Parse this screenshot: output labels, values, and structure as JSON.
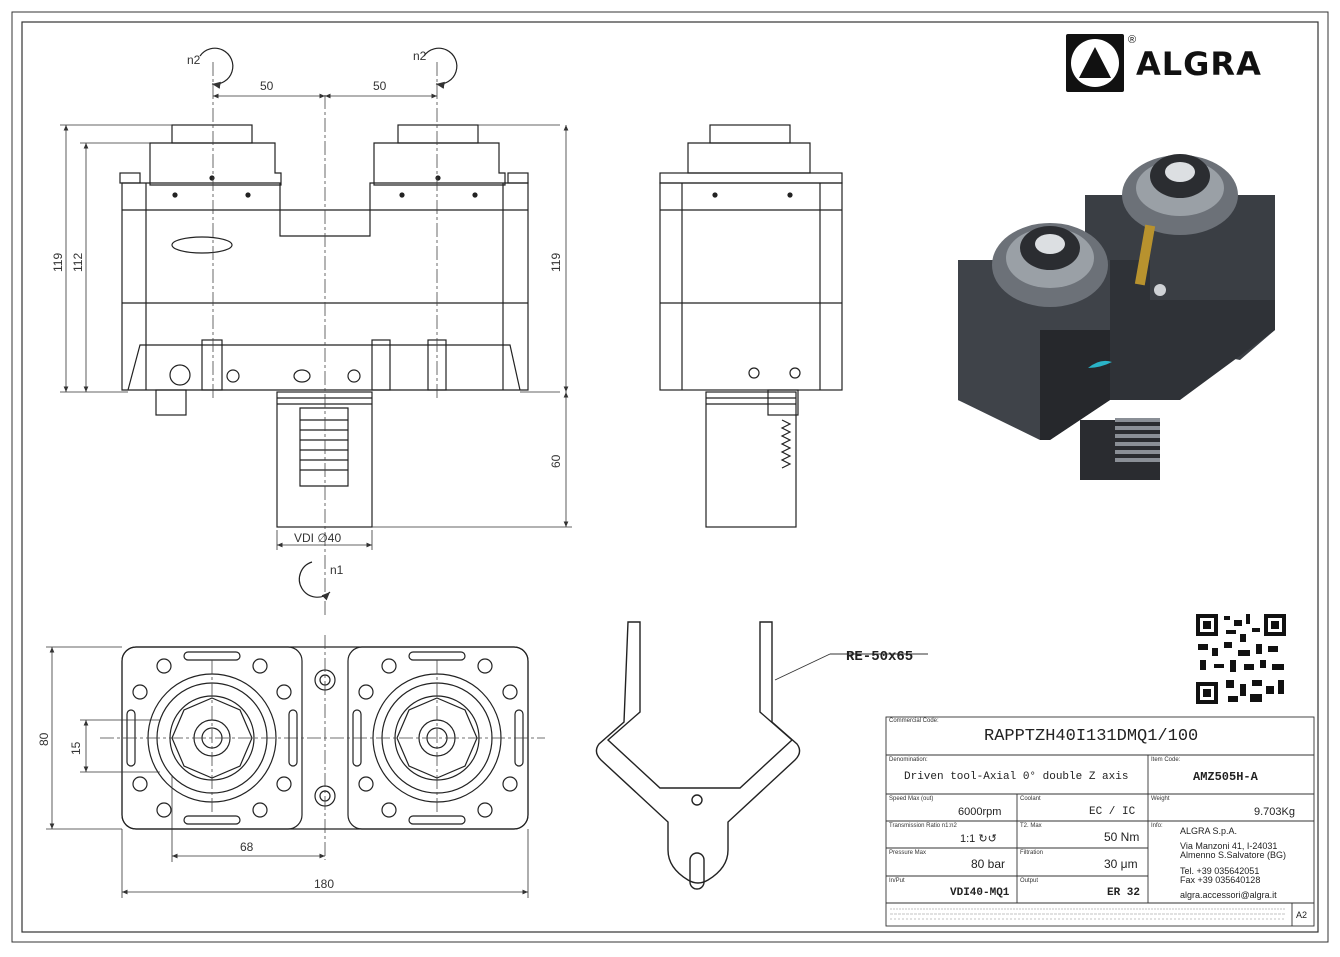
{
  "brand": {
    "name": "ALGRA",
    "registered": "®"
  },
  "dimensions": {
    "n2_left": "n2",
    "n2_right": "n2",
    "n1": "n1",
    "spacing_left": "50",
    "spacing_right": "50",
    "height_outer": "119",
    "height_inner": "112",
    "height_side": "119",
    "shank_length": "60",
    "vdi": "VDI ∅40",
    "bottom_height": "80",
    "bottom_center": "15",
    "bottom_offset": "68",
    "bottom_width": "180"
  },
  "callout": "RE-50x65",
  "title_block": {
    "commercial_code_label": "Commercial Code:",
    "commercial_code": "RAPPTZH40I131DMQ1/100",
    "denomination_label": "Denomination:",
    "denomination": "Driven tool-Axial 0° double Z axis",
    "item_code_label": "Item Code:",
    "item_code": "AMZ505H-A",
    "speed_label": "Speed Max (out)",
    "speed": "6000rpm",
    "coolant_label": "Coolant",
    "coolant": "EC / IC",
    "weight_label": "Weight",
    "weight": "9.703Kg",
    "ratio_label": "Transmission Ratio n1:n2",
    "ratio": "1:1 ↻↺",
    "torque_label": "T2. Max",
    "torque": "50 Nm",
    "info_label": "Info:",
    "company": "ALGRA S.p.A.",
    "address1": "Via Manzoni 41, I-24031",
    "address2": "Almenno S.Salvatore (BG)",
    "tel": "Tel. +39 035642051",
    "fax": "Fax +39 035640128",
    "email": "algra.accessori@algra.it",
    "pressure_label": "Pressure Max",
    "pressure": "80 bar",
    "filtration_label": "Filtration",
    "filtration": "30 μm",
    "input_label": "In/Put",
    "input": "VDI40-MQ1",
    "output_label": "Output",
    "output": "ER 32",
    "sheet_size": "A2"
  }
}
